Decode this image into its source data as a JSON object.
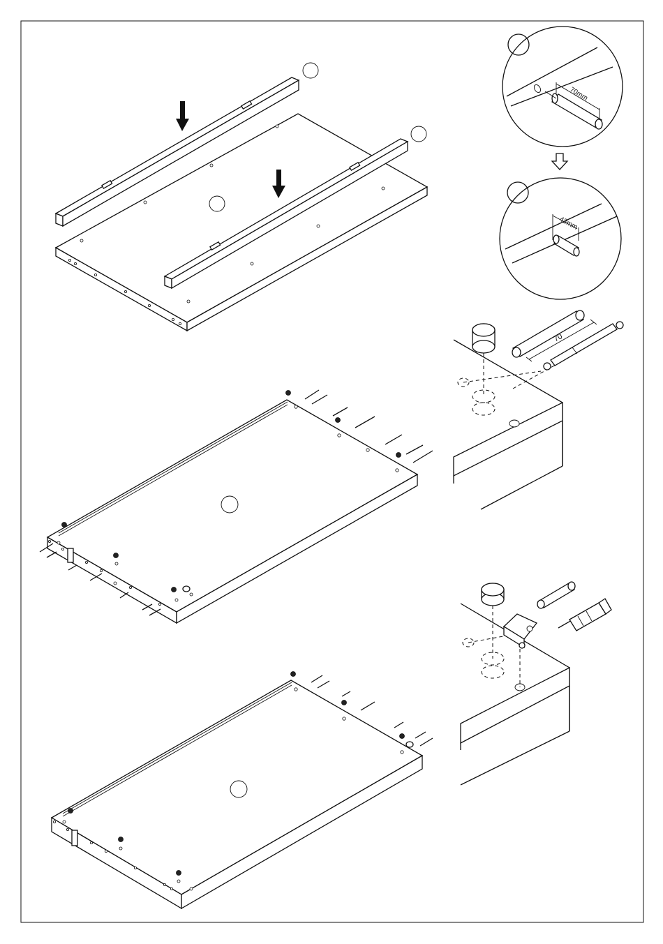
{
  "diagram": {
    "dimensions": {
      "dowel_depth_step1": "70mm",
      "dowel_depth_step2": "43mm",
      "bolt_length": "70"
    },
    "icons": {
      "arrow_down": "solid-arrow-down-icon",
      "arrow_outline": "outline-arrow-down-icon",
      "badge": "empty-step-circle"
    }
  }
}
